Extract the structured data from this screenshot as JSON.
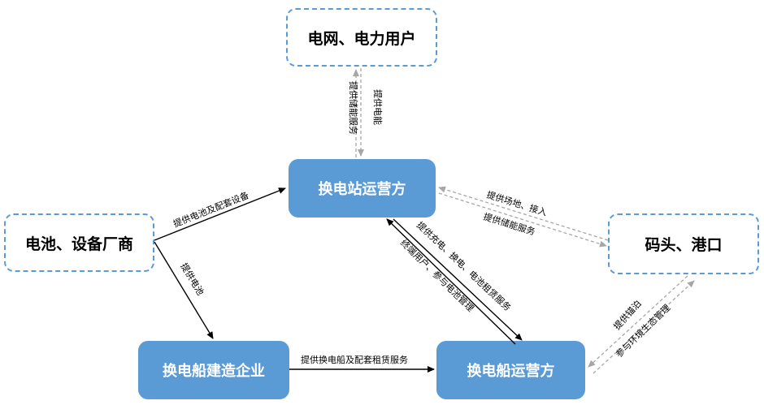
{
  "nodes": {
    "grid": "电网、电力用户",
    "station": "换电站运营方",
    "battery": "电池、设备厂商",
    "port": "码头、港口",
    "builder": "换电船建造企业",
    "ship": "换电船运营方"
  },
  "edges": {
    "grid_to_station": "提供电能",
    "station_to_grid": "提供储能服务",
    "battery_to_station": "提供电池及配套设备",
    "battery_to_builder": "提供电池",
    "builder_to_ship": "提供换电船及配套租赁服务",
    "station_to_ship": "提供充电、换电、电池租赁服务",
    "ship_to_station": "终端用户、参与电池管理",
    "port_to_station": "提供场地、接入",
    "station_to_port": "提供储能服务",
    "port_to_ship": "提供锚泊",
    "ship_to_port": "参与环境生态管理"
  },
  "colors": {
    "accent": "#5b9bd5",
    "line": "#000000",
    "dashed": "#a6a6a6"
  }
}
